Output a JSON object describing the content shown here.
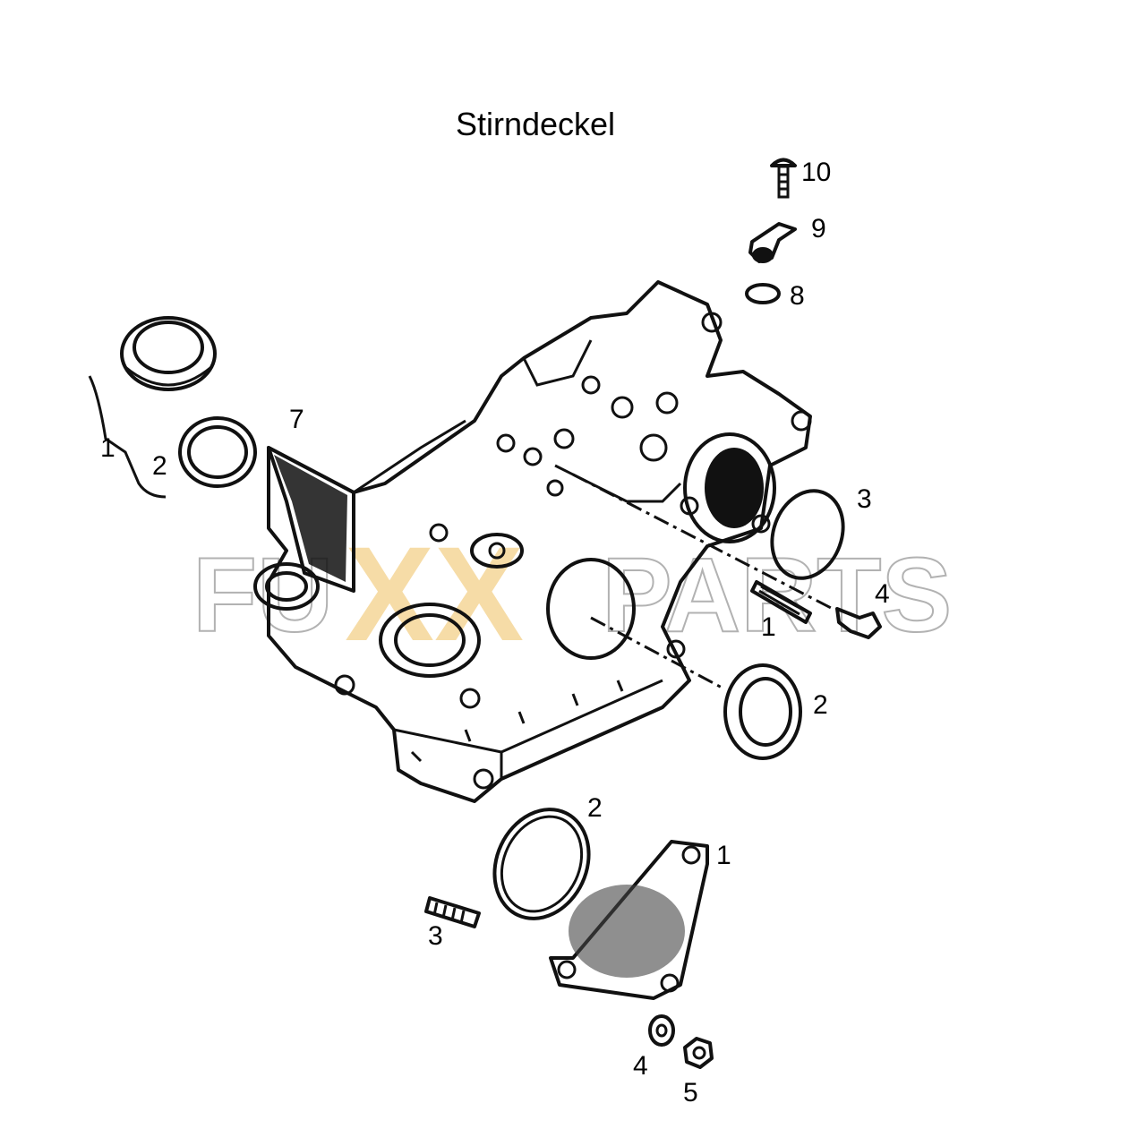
{
  "title": "Stirndeckel",
  "watermark": {
    "text": "FUXXPARTS",
    "accent_color": "#f0c060",
    "outline_color": "#999999"
  },
  "callouts": {
    "top_right": [
      "10",
      "9",
      "8",
      "3",
      "4",
      "1",
      "2"
    ],
    "left": [
      "1",
      "2",
      "7"
    ],
    "bottom": [
      "2",
      "1",
      "3",
      "4",
      "5"
    ]
  }
}
